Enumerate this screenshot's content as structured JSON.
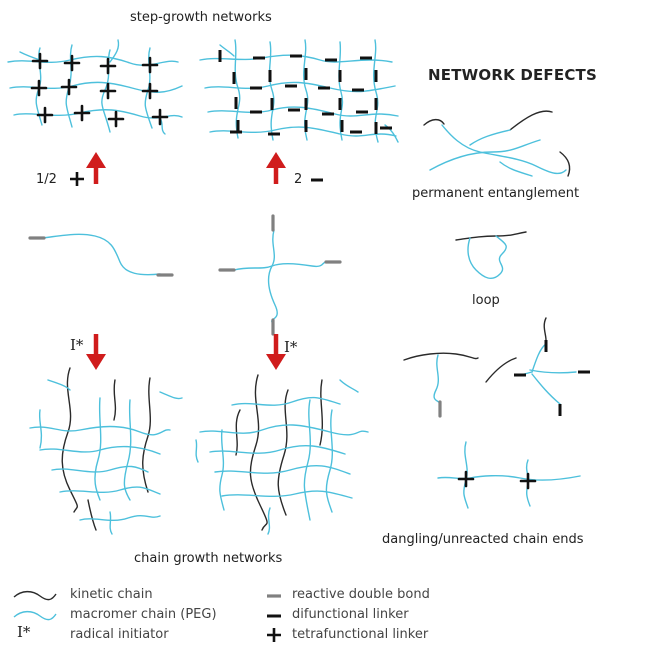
{
  "labels": {
    "step_growth": "step-growth networks",
    "chain_growth": "chain growth networks",
    "defects_title": "NETWORK DEFECTS",
    "permanent_entanglement": "permanent entanglement",
    "loop": "loop",
    "dangling": "dangling/unreacted chain ends",
    "half_tetra": "1/2",
    "two_di": "2",
    "initiator_left": "I*",
    "initiator_right": "I*"
  },
  "legend": {
    "kinetic_chain": "kinetic chain",
    "macromer_chain": "macromer chain (PEG)",
    "radical_initiator": "radical initiator",
    "initiator_symbol": "I*",
    "reactive_double_bond": "reactive double bond",
    "difunctional_linker": "difunctional linker",
    "tetrafunctional_linker": "tetrafunctional linker"
  },
  "colors": {
    "macromer": "#4dc0dc",
    "kinetic": "#2a2a2a",
    "reactive": "#808080",
    "arrow": "#d01c1c",
    "linker": "#111111"
  }
}
